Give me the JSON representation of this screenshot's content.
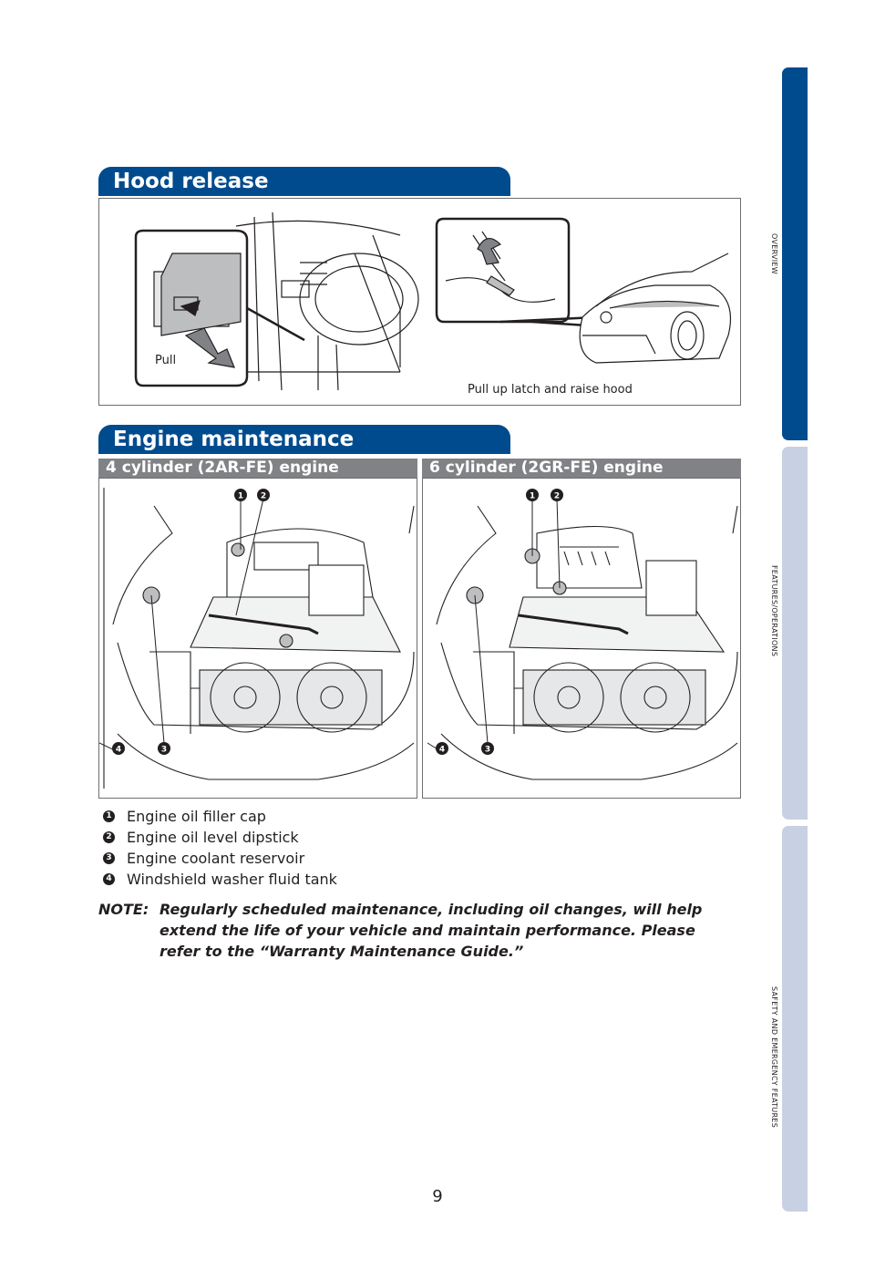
{
  "tabs": {
    "overview": "OVERVIEW",
    "features": "FEATURES/OPERATIONS",
    "safety": "SAFETY AND EMERGENCY FEATURES"
  },
  "hood_release": {
    "title": "Hood release",
    "pull_label": "Pull",
    "latch_label": "Pull up latch and raise hood"
  },
  "engine_maintenance": {
    "title": "Engine maintenance",
    "engine4_title": "4 cylinder (2AR-FE) engine",
    "engine6_title": "6 cylinder (2GR-FE) engine",
    "callouts": [
      "1",
      "2",
      "3",
      "4"
    ]
  },
  "legend": [
    {
      "num": "1",
      "label": "Engine oil filler cap"
    },
    {
      "num": "2",
      "label": "Engine oil level dipstick"
    },
    {
      "num": "3",
      "label": "Engine coolant reservoir"
    },
    {
      "num": "4",
      "label": "Windshield washer fluid tank"
    }
  ],
  "note": {
    "prefix": "NOTE:",
    "text": "Regularly scheduled maintenance, including oil changes, will help extend the life of your vehicle and maintain performance. Please refer to the “Warranty Maintenance Guide.”"
  },
  "page_number": "9",
  "colors": {
    "accent": "#004b8d",
    "tab_inactive": "#c8d0e3",
    "subhead": "#808285"
  }
}
